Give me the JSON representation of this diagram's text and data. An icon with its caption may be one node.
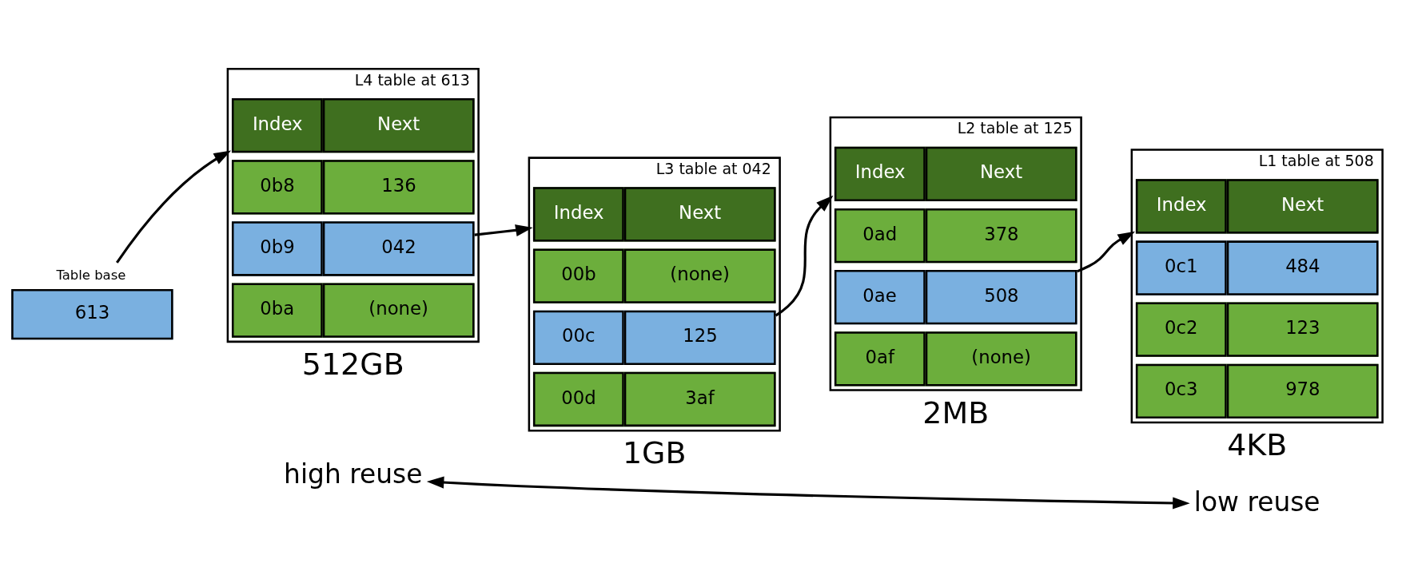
{
  "diagram": {
    "nodes": [
      {
        "text": [
          "Table base",
          "613"
        ]
      },
      {
        "text": [
          "L4 table at 613"
        ],
        "beside": [
          "512GB"
        ]
      },
      {
        "text": [
          "Index",
          "Next"
        ],
        "in": 1
      },
      {
        "text": [
          "0b8",
          "136"
        ],
        "in": 1
      },
      {
        "text": [
          "0b9",
          "042"
        ],
        "in": 1
      },
      {
        "text": [
          "0ba",
          "(none)"
        ],
        "in": 1
      },
      {
        "text": [
          "L3 table at 042"
        ],
        "beside": [
          "1GB"
        ]
      },
      {
        "text": [
          "Index",
          "Next"
        ],
        "in": 6
      },
      {
        "text": [
          "00b",
          "(none)"
        ],
        "in": 6
      },
      {
        "text": [
          "00c",
          "125"
        ],
        "in": 6
      },
      {
        "text": [
          "00d",
          "3af"
        ],
        "in": 6
      },
      {
        "text": [
          "L2 table at 125"
        ],
        "beside": [
          "2MB"
        ]
      },
      {
        "text": [
          "Index",
          "Next"
        ],
        "in": 11
      },
      {
        "text": [
          "0ad",
          "378"
        ],
        "in": 11
      },
      {
        "text": [
          "0ae",
          "508"
        ],
        "in": 11
      },
      {
        "text": [
          "0af",
          "(none)"
        ],
        "in": 11
      },
      {
        "text": [
          "L1 table at 508"
        ],
        "beside": [
          "4KB"
        ]
      },
      {
        "text": [
          "Index",
          "Next"
        ],
        "in": 16
      },
      {
        "text": [
          "0c1",
          "484"
        ],
        "in": 16
      },
      {
        "text": [
          "0c2",
          "123"
        ],
        "in": 16
      },
      {
        "text": [
          "0c3",
          "978"
        ],
        "in": 16
      },
      {
        "text": [
          "high reuse"
        ]
      },
      {
        "text": [
          "low reuse"
        ]
      }
    ],
    "edges": [
      {
        "from": 0,
        "to": 1,
        "arrow": "to"
      },
      {
        "from": 4,
        "to": 6,
        "arrow": "to"
      },
      {
        "from": 9,
        "to": 11,
        "arrow": "to"
      },
      {
        "from": 14,
        "to": 16,
        "arrow": "to"
      },
      {
        "from": 21,
        "to": 22,
        "arrow": "both"
      }
    ]
  }
}
